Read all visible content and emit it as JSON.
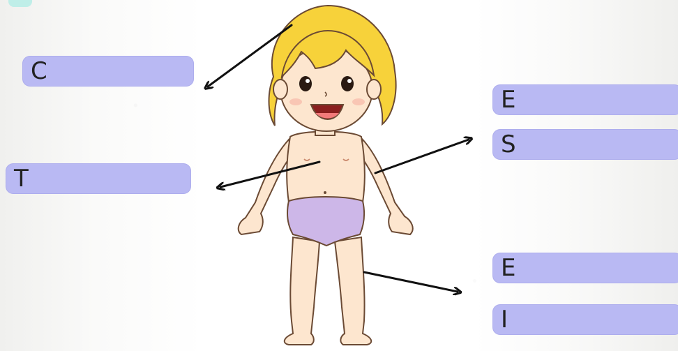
{
  "worksheet": {
    "labels": [
      {
        "id": "head-label",
        "letter": "C"
      },
      {
        "id": "chest-label",
        "letter": "T"
      },
      {
        "id": "arm-label-1",
        "letter": "E"
      },
      {
        "id": "arm-label-2",
        "letter": "S"
      },
      {
        "id": "leg-label-1",
        "letter": "E"
      },
      {
        "id": "leg-label-2",
        "letter": "I"
      }
    ],
    "colors": {
      "label_fill": "#b9b9f3",
      "hair": "#f7d23a",
      "skin": "#fde6cf",
      "underwear": "#cdb7e8",
      "arrow": "#111111"
    }
  }
}
